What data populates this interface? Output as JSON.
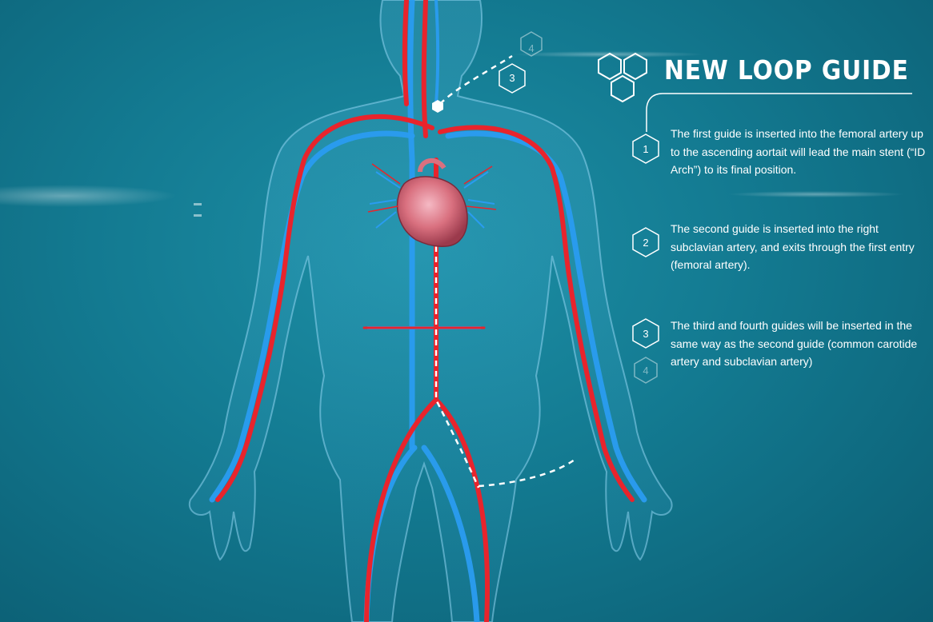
{
  "guide": {
    "title": "NEW LOOP GUIDE",
    "steps": [
      {
        "number": "1",
        "text": "The first guide is inserted into the femoral artery up to the ascending aortait will lead the main stent (“ID Arch”) to its final position."
      },
      {
        "number": "2",
        "text": "The second guide is inserted into the right subclavian artery, and exits through the first entry (femoral artery)."
      },
      {
        "number": "3",
        "text": "The third and fourth guides will be inserted in the same way as the second guide (common carotide artery and subclavian artery)"
      }
    ],
    "extra_marker": "4"
  },
  "neck_markers": {
    "front": "3",
    "back": "4"
  },
  "colors": {
    "background": "#137a91",
    "artery": "#e8242c",
    "vein": "#1e8ee6",
    "body_outline": "#8fd3f0",
    "text": "#ffffff"
  },
  "icons": [
    "hexagon-cluster-icon",
    "hexagon-step-icon",
    "heart-illustration"
  ]
}
